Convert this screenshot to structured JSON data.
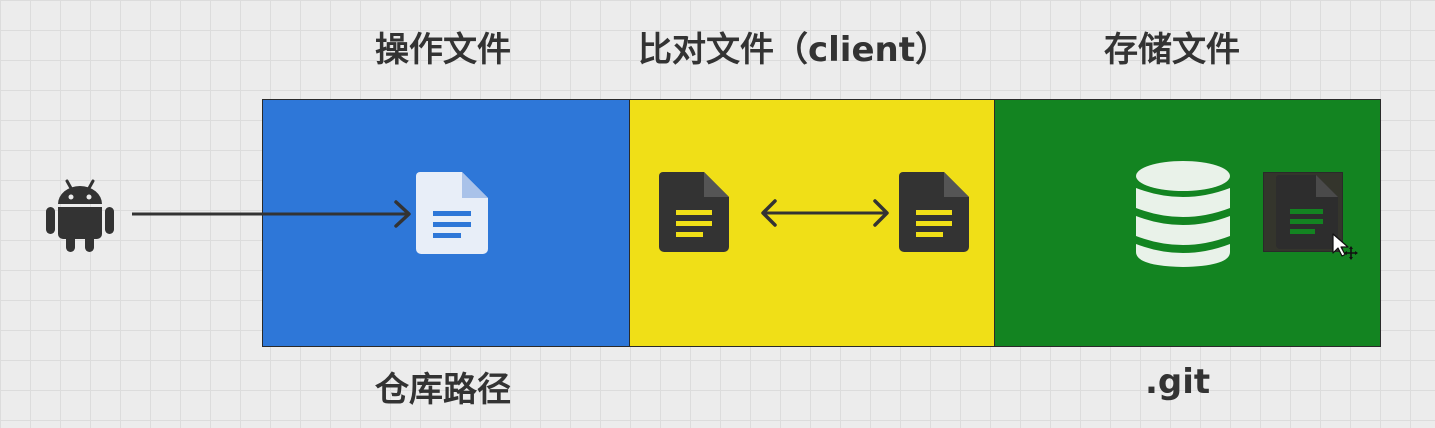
{
  "labels": {
    "operate_file": "操作文件",
    "compare_file": "比对文件（client）",
    "store_file": "存储文件",
    "repo_path": "仓库路径",
    "git_dir": ".git"
  },
  "colors": {
    "blue_panel": "#2e77d8",
    "yellow_panel": "#f0df17",
    "green_panel": "#138421",
    "dark_icon": "#333333",
    "doc_icon_light": "#e8eef8",
    "doc_lines_blue": "#2e77d8",
    "db_icon": "#e9f2e9"
  },
  "icons": {
    "device": "android-icon",
    "working_file": "document-icon",
    "compare_left": "document-icon",
    "compare_arrow": "double-arrow-icon",
    "compare_right": "document-icon",
    "storage": "database-icon",
    "stored_file": "document-icon",
    "cursor": "move-cursor-icon"
  }
}
